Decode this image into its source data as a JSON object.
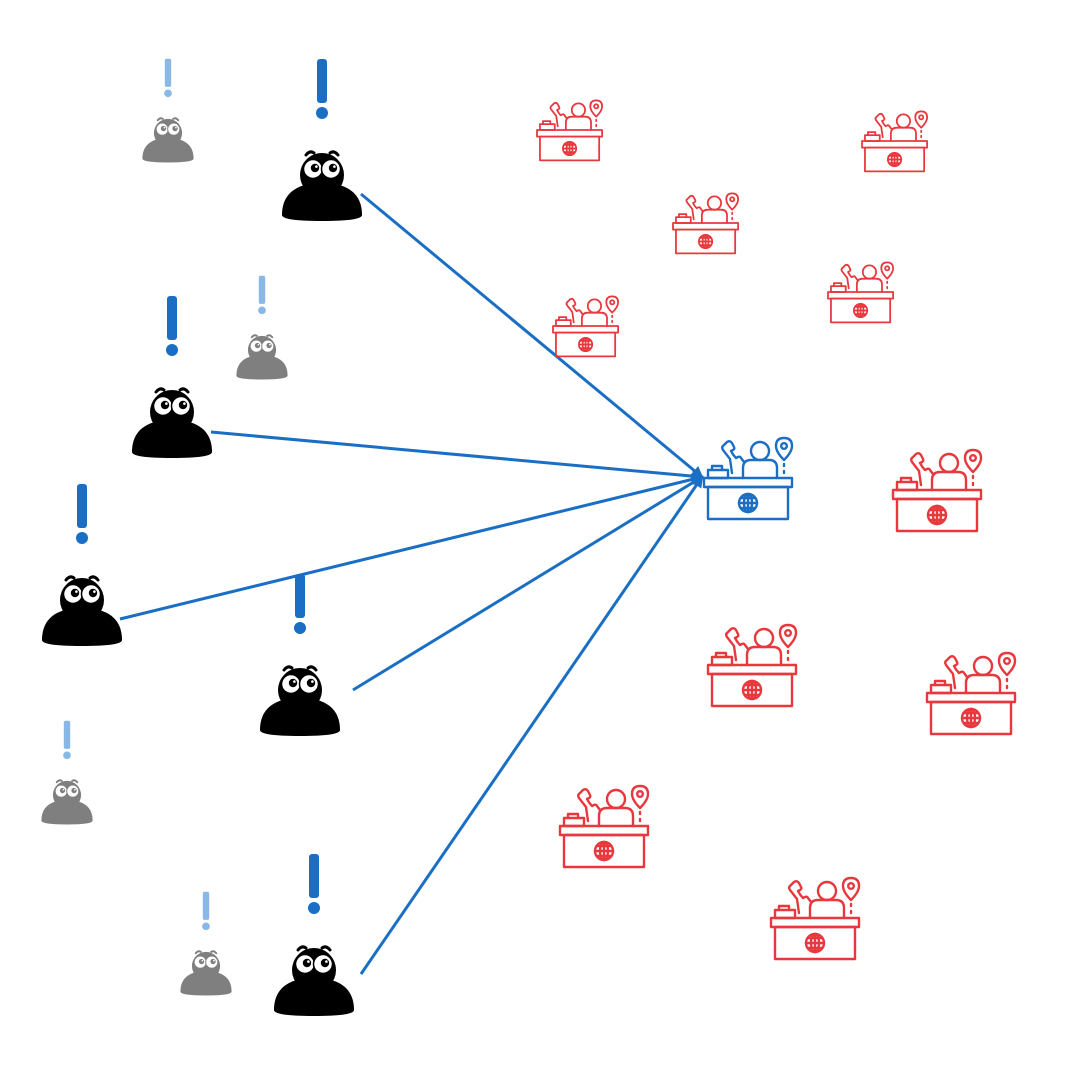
{
  "colors": {
    "background": "#ffffff",
    "desk_highlight": "#1a6fc4",
    "desk_other": "#e8383d",
    "arrow": "#1a6fc4",
    "exclaim_active": "#1a6fc4",
    "exclaim_inactive": "#8ab8e6",
    "person_active": "#000000",
    "person_inactive": "#7f7f7f"
  },
  "icons": {
    "person": "worried-person-icon",
    "alert": "exclamation-icon",
    "desk": "help-desk-operator-icon",
    "desk_globe": "globe-icon",
    "desk_phone": "phone-icon",
    "desk_pin": "location-pin-icon"
  },
  "diagram": {
    "active_people": 5,
    "inactive_people": 4,
    "highlighted_desks": 1,
    "other_desks": 10,
    "connections": 5
  }
}
